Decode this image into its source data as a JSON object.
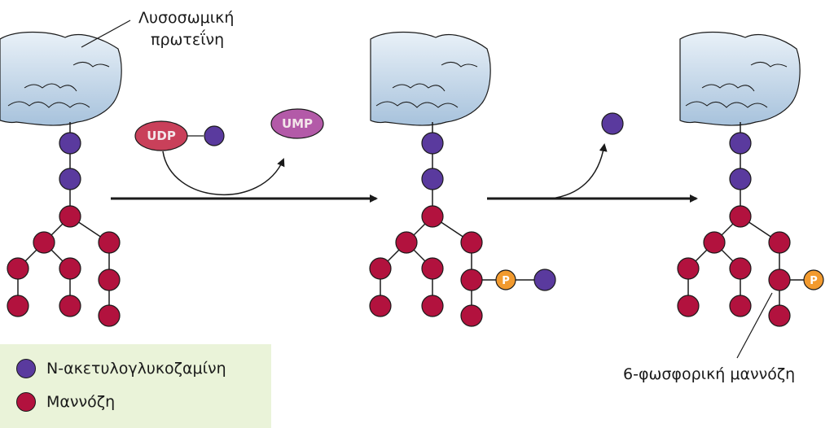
{
  "labels": {
    "lysosomal_protein_line1": "Λυσοσωμική",
    "lysosomal_protein_line2": "πρωτεΐνη",
    "mannose6p": "6-φωσφορική μαννόζη"
  },
  "molecules": {
    "udp": "UDP",
    "ump": "UMP",
    "phosphate": "P"
  },
  "legend": {
    "glcnac": "N-ακετυλογλυκοζαμίνη",
    "mannose": "Μαννόζη"
  },
  "colors": {
    "glcnac": "#5a3a9e",
    "mannose": "#b2123e",
    "phosphate": "#f29a2e",
    "udp_fill": "#c9405a",
    "ump_fill": "#b35aa8",
    "protein_fill": "#c6d9ea",
    "legend_bg": "#eaf3d9"
  },
  "icons": [
    "protein-blob-icon",
    "arrow-icon",
    "phosphate-icon"
  ]
}
